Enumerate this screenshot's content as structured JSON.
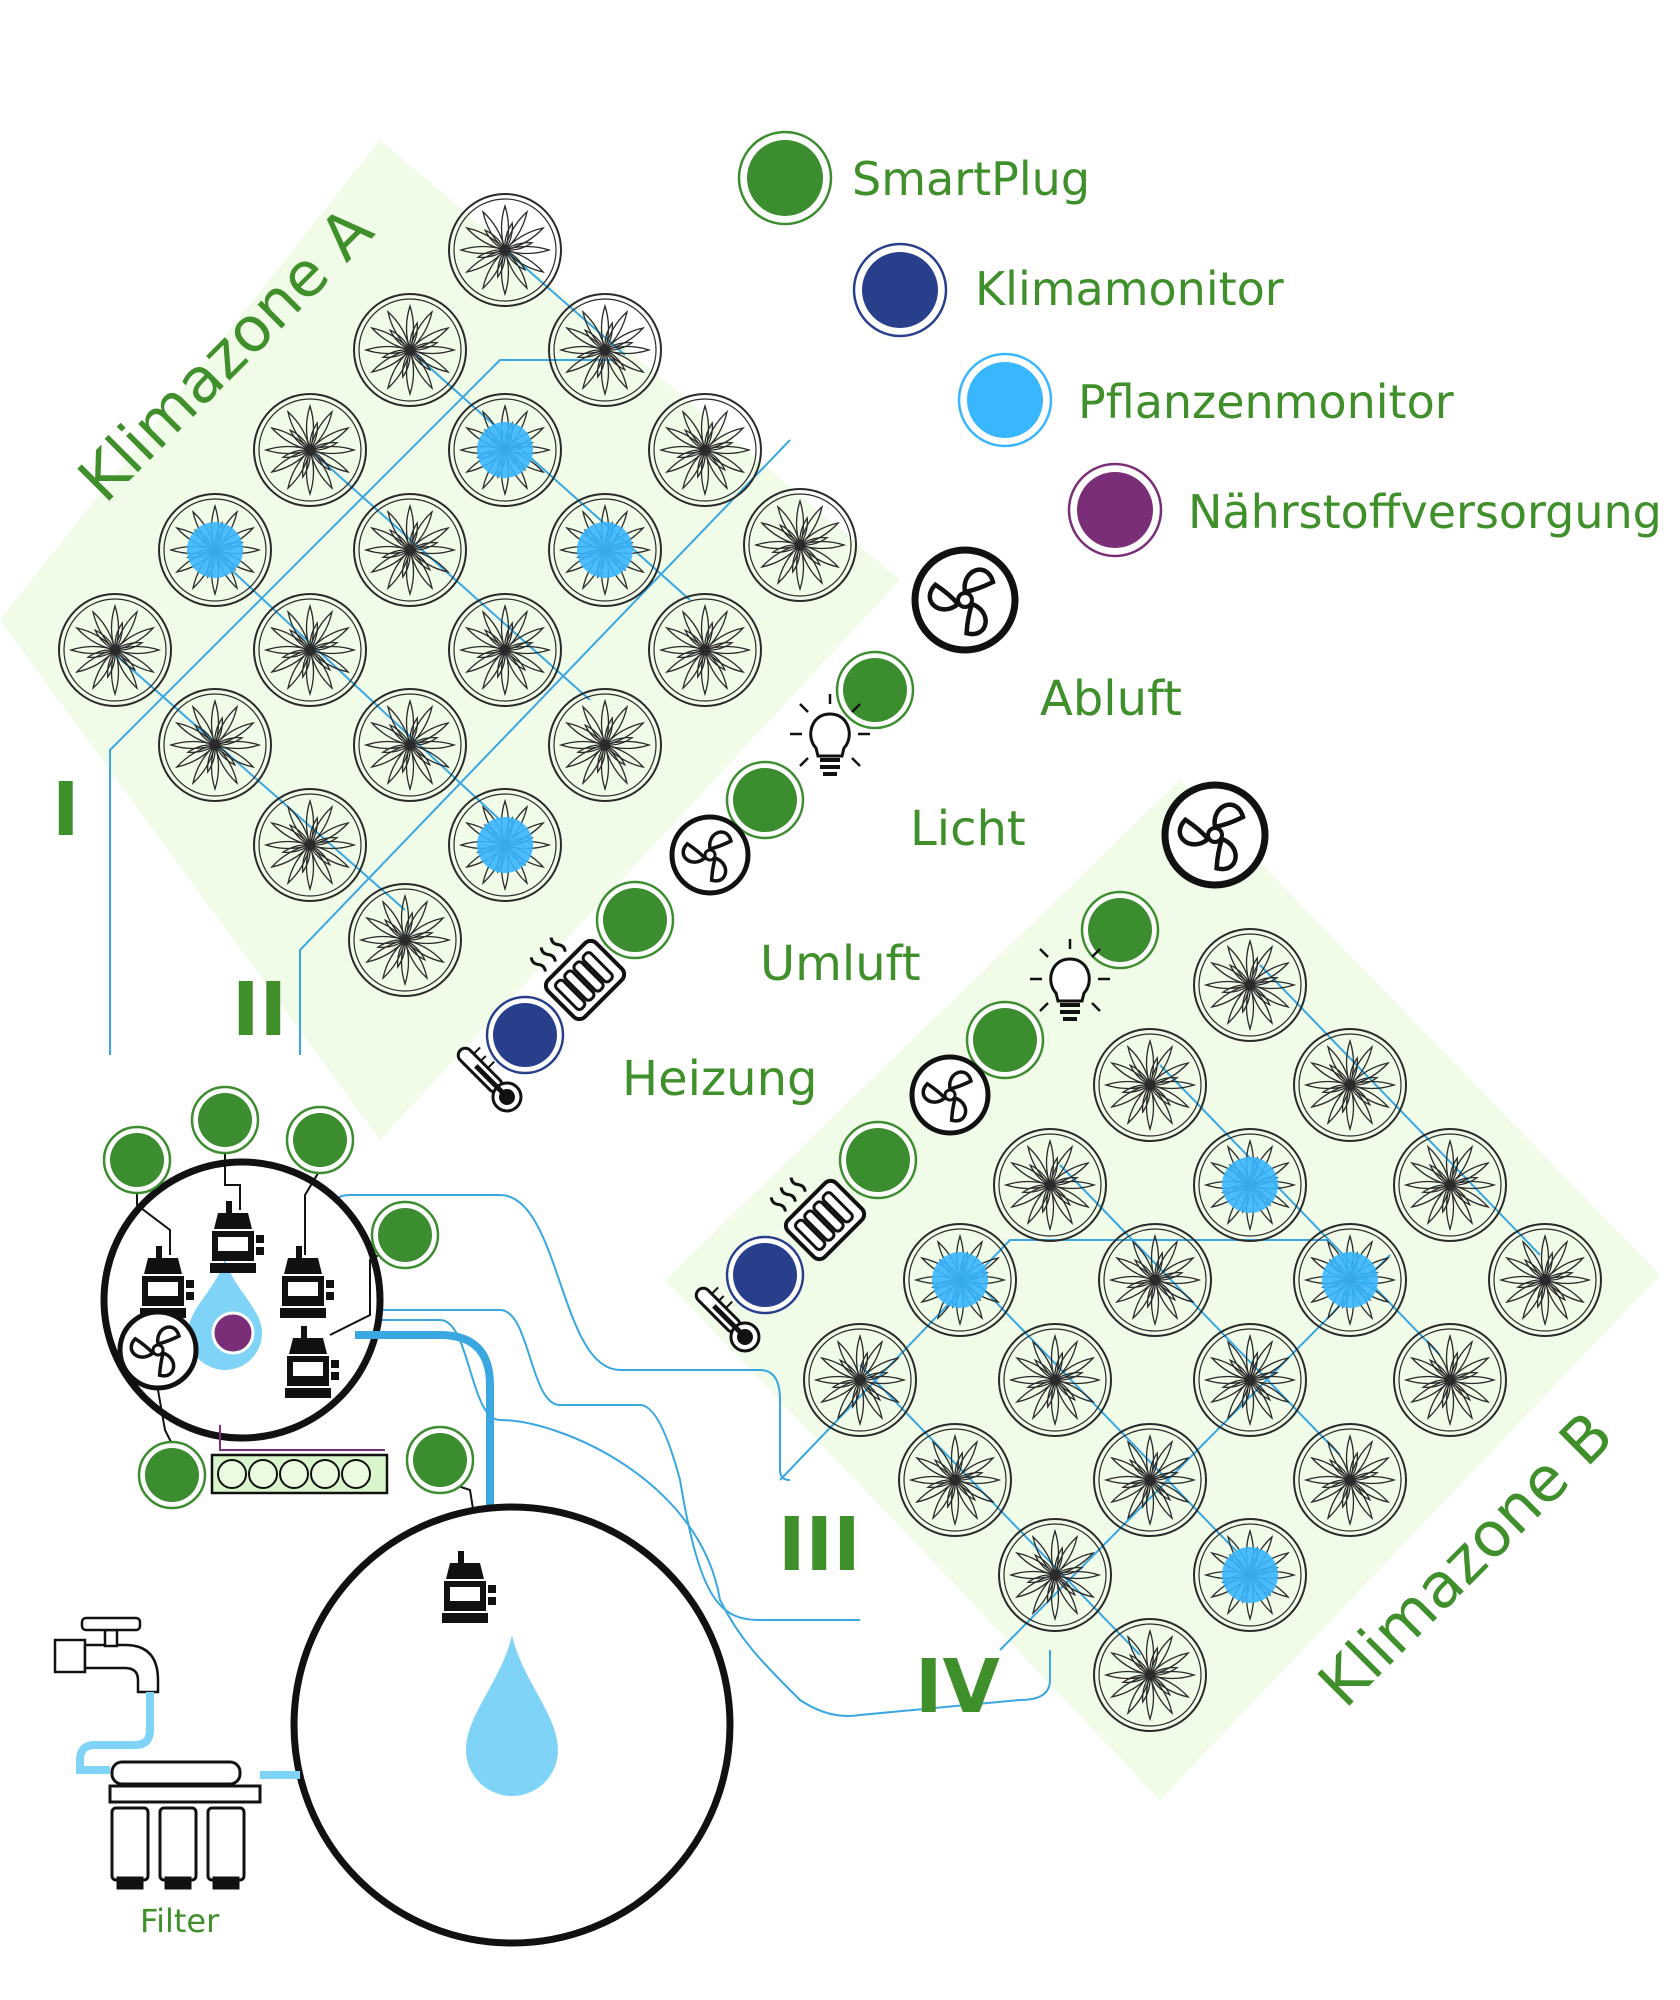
{
  "legend": [
    {
      "label": "SmartPlug",
      "color": "#3c8d2f",
      "icon": "smartplug-dot"
    },
    {
      "label": "Klimamonitor",
      "color": "#283f8c",
      "icon": "climate-monitor-dot"
    },
    {
      "label": "Pflanzenmonitor",
      "color": "#38b6ff",
      "icon": "plant-monitor-dot"
    },
    {
      "label": "Nährstoffversorgung",
      "color": "#7b2e78",
      "icon": "nutrient-dot"
    }
  ],
  "zones": {
    "a": "Klimazone A",
    "b": "Klimazone B"
  },
  "devices": {
    "abluft": "Abluft",
    "licht": "Licht",
    "umluft": "Umluft",
    "heizung": "Heizung"
  },
  "lines": {
    "one": "I",
    "two": "II",
    "three": "III",
    "four": "IV"
  },
  "filter": "Filter",
  "colors": {
    "smartplug": "#3c8d2f",
    "climate": "#283f8c",
    "plant": "#38b6ff",
    "nutrient": "#7b2e78",
    "water": "#7fd3f7",
    "zone_bg": "#eefbe6",
    "pipe": "#3aa7e0"
  }
}
